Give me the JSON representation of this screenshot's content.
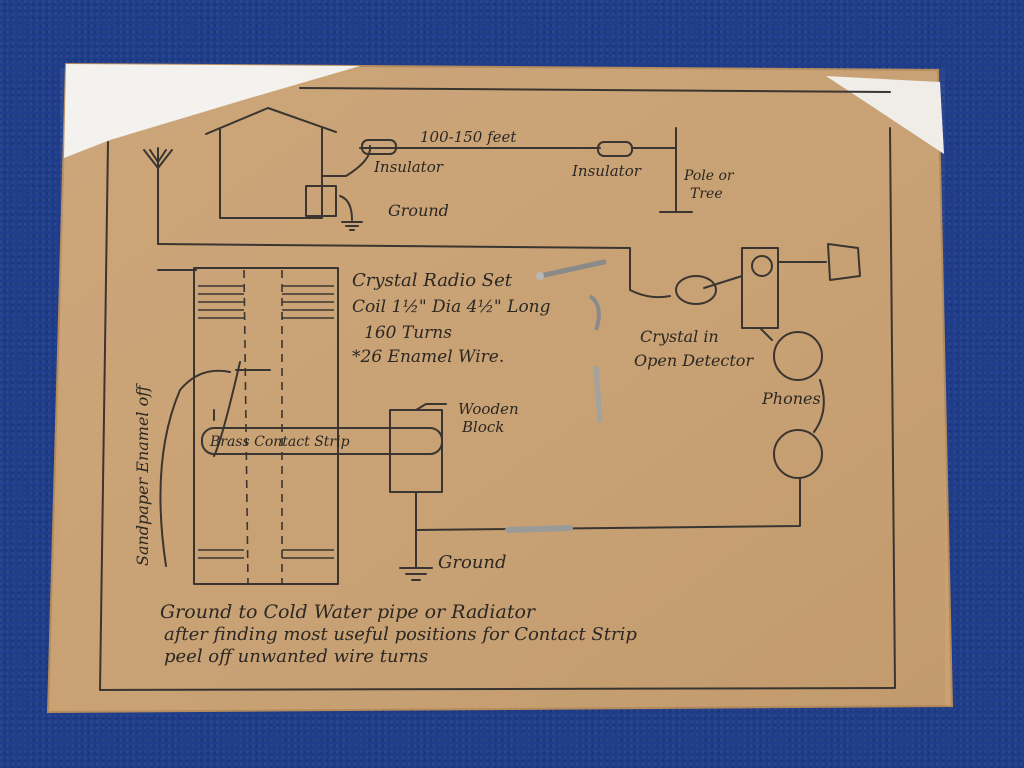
{
  "photo": {
    "background_color": "#1f3d8a",
    "card_color": "#c9a172",
    "ink_color": "#2e2a26"
  },
  "diagram": {
    "antenna_length": "100-150 feet",
    "insulator_left": "Insulator",
    "insulator_right": "Insulator",
    "pole_line1": "Pole or",
    "pole_line2": "Tree",
    "ground_top": "Ground",
    "sandpaper": "Sandpaper Enamel off",
    "title_line1": "Crystal Radio Set",
    "title_line2": "Coil 1½\" Dia 4½\" Long",
    "title_line3": "160 Turns",
    "title_line4": "*26 Enamel Wire.",
    "crystal_line1": "Crystal in",
    "crystal_line2": "Open Detector",
    "phones": "Phones",
    "wooden_line1": "Wooden",
    "wooden_line2": "Block",
    "brass_strip": "Brass Contact Strip",
    "ground_bottom": "Ground",
    "note_line1": "Ground to Cold Water pipe or Radiator",
    "note_line2": "after finding most useful positions for Contact Strip",
    "note_line3": "peel off unwanted wire turns"
  }
}
